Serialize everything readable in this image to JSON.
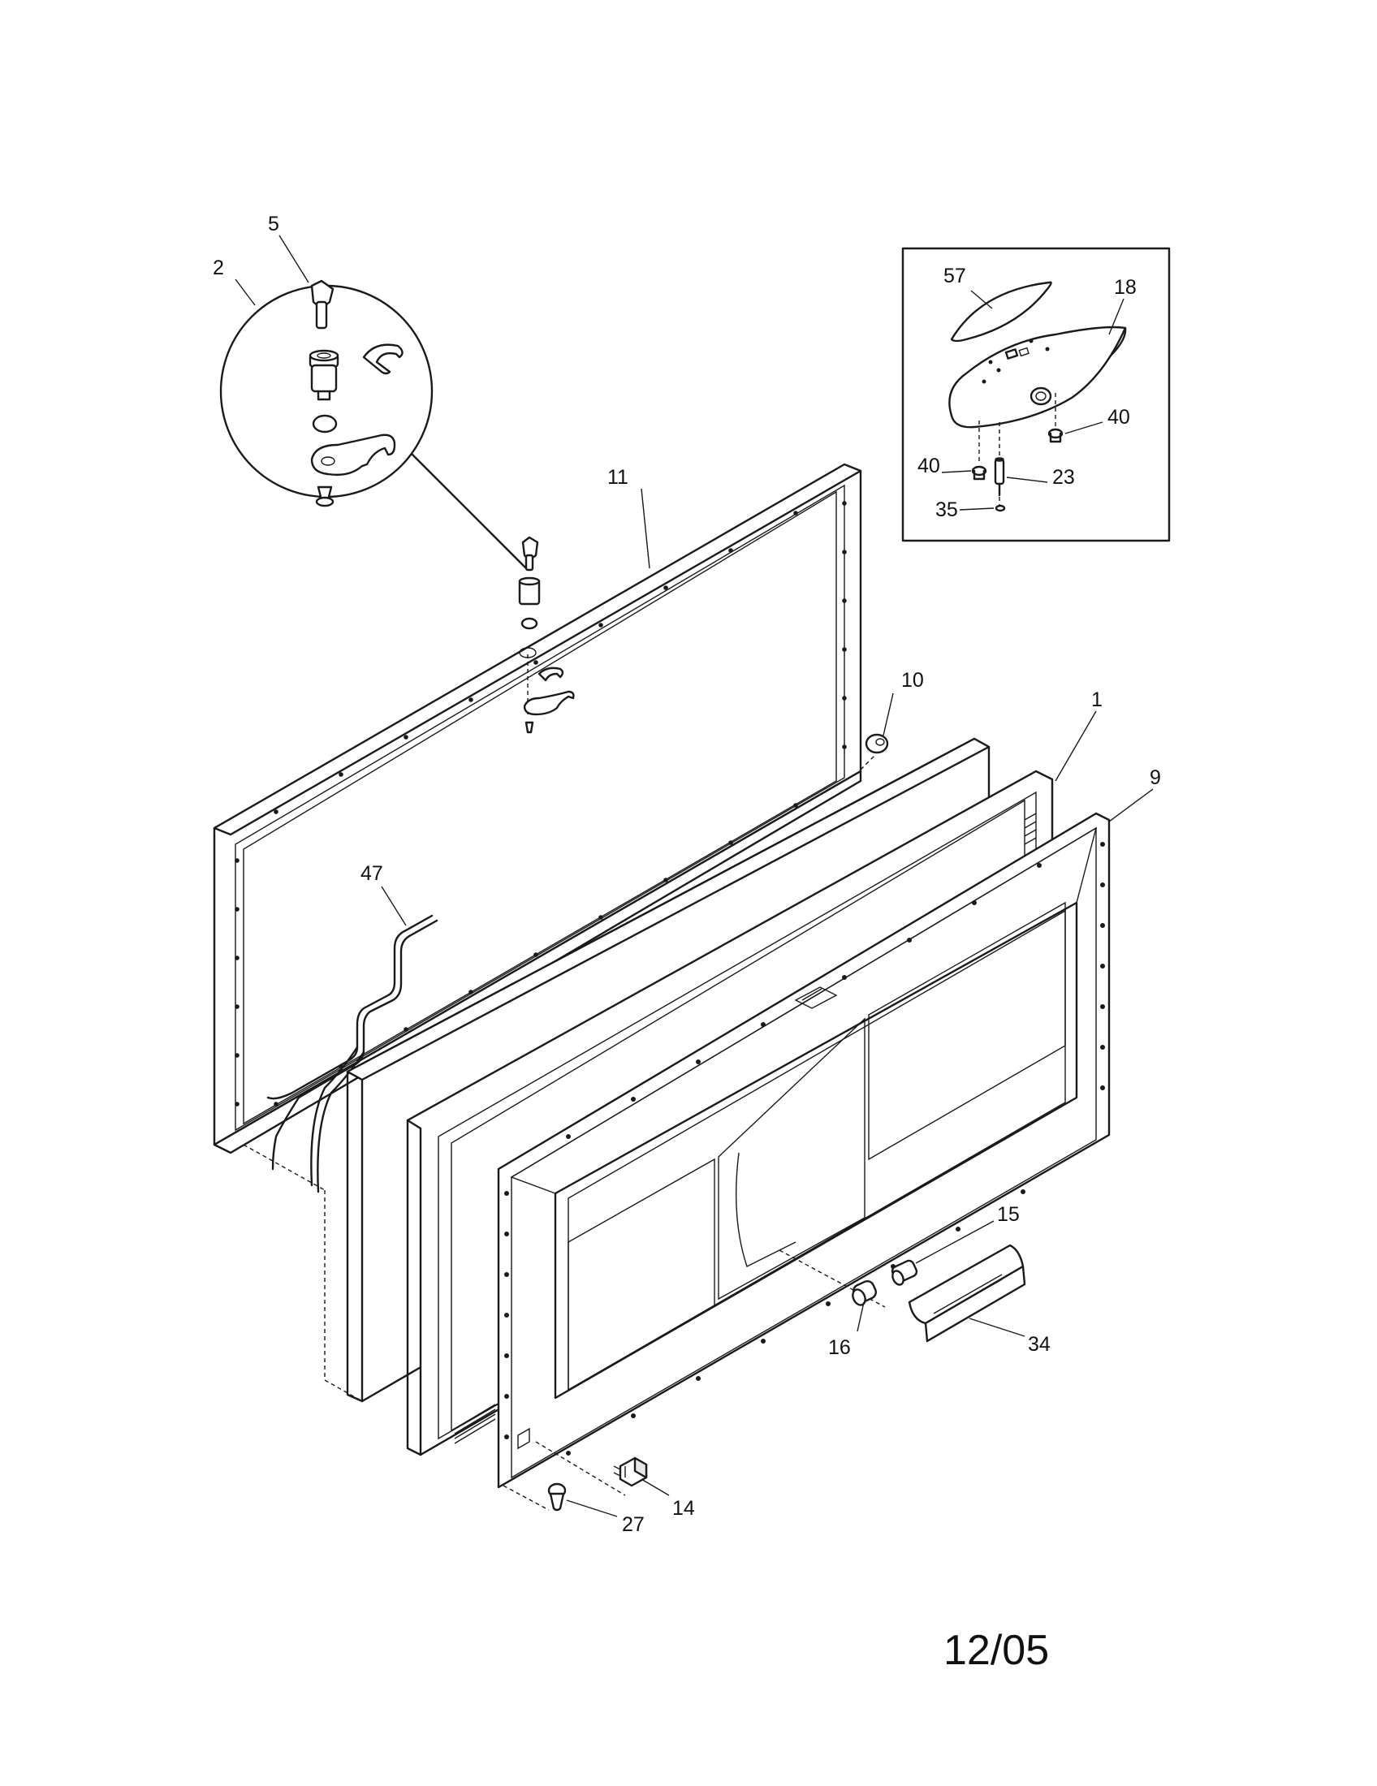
{
  "callouts": {
    "c1": "1",
    "c2": "2",
    "c5": "5",
    "c9": "9",
    "c10": "10",
    "c11": "11",
    "c14": "14",
    "c15": "15",
    "c16": "16",
    "c18": "18",
    "c23": "23",
    "c27": "27",
    "c34": "34",
    "c35": "35",
    "c40a": "40",
    "c40b": "40",
    "c47": "47",
    "c57": "57"
  },
  "date_code": "12/05"
}
